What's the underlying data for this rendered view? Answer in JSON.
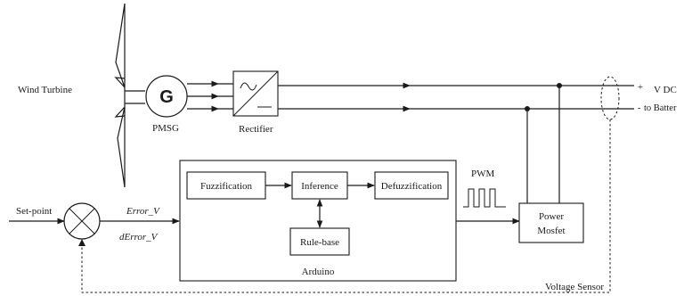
{
  "diagram": {
    "wind_turbine": "Wind Turbine",
    "generator_symbol": "G",
    "generator": "PMSG",
    "rectifier": "Rectifier",
    "output_plus": "+",
    "output_minus": "-",
    "output_voltage": "V DC",
    "output_dest": "to Batter",
    "setpoint": "Set-point",
    "error": "Error_V",
    "derror": "dError_V",
    "fuzzification": "Fuzzification",
    "inference": "Inference",
    "defuzzification": "Defuzzification",
    "rulebase": "Rule-base",
    "controller": "Arduino",
    "pwm": "PWM",
    "power_line1": "Power",
    "power_line2": "Mosfet",
    "sensor": "Voltage Sensor"
  }
}
